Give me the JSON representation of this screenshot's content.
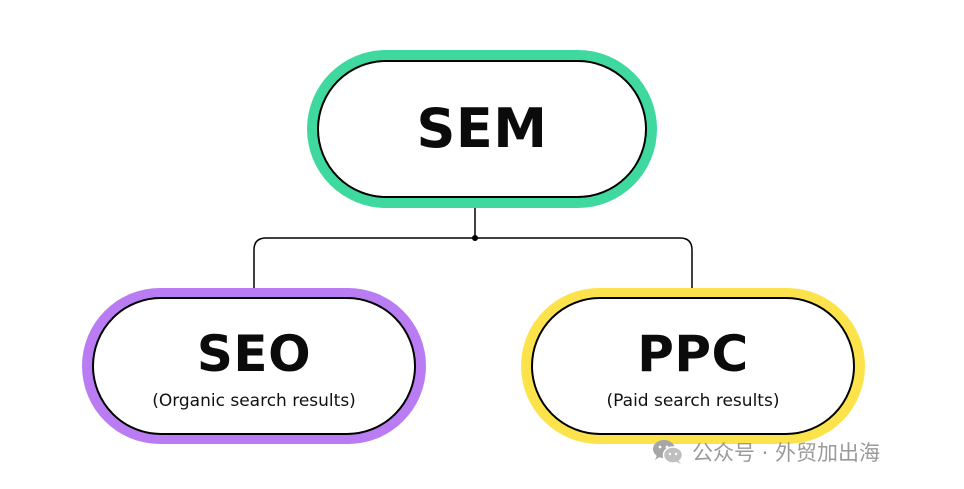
{
  "diagram": {
    "colors": {
      "sem_ring": "#3fd9a0",
      "seo_ring": "#b97cf2",
      "ppc_ring": "#fde34b",
      "line": "#000000"
    },
    "root": {
      "title": "SEM"
    },
    "children": [
      {
        "id": "seo",
        "title": "SEO",
        "subtitle": "(Organic search results)"
      },
      {
        "id": "ppc",
        "title": "PPC",
        "subtitle": "(Paid search results)"
      }
    ]
  },
  "watermark": {
    "text": "公众号 · 外贸加出海",
    "icon": "wechat-icon"
  }
}
